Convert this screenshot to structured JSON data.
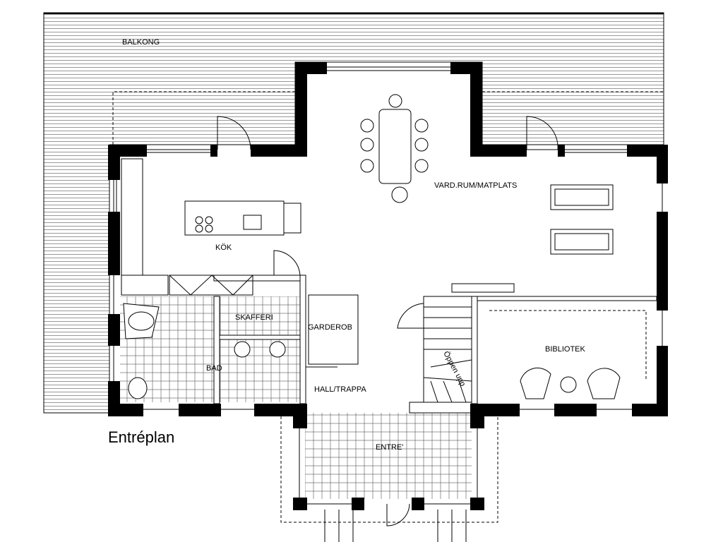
{
  "plan_title": "Entréplan",
  "rooms": {
    "balkong": "BALKONG",
    "vardrum": "VARD.RUM/MATPLATS",
    "kok": "KÖK",
    "skafferi": "SKAFFERI",
    "garderob": "GARDEROB",
    "bad": "BAD",
    "hall": "HALL/TRAPPA",
    "bibliotek": "BIBLIOTEK",
    "entre": "ENTRE'"
  },
  "stair_label": "Öppen upp"
}
